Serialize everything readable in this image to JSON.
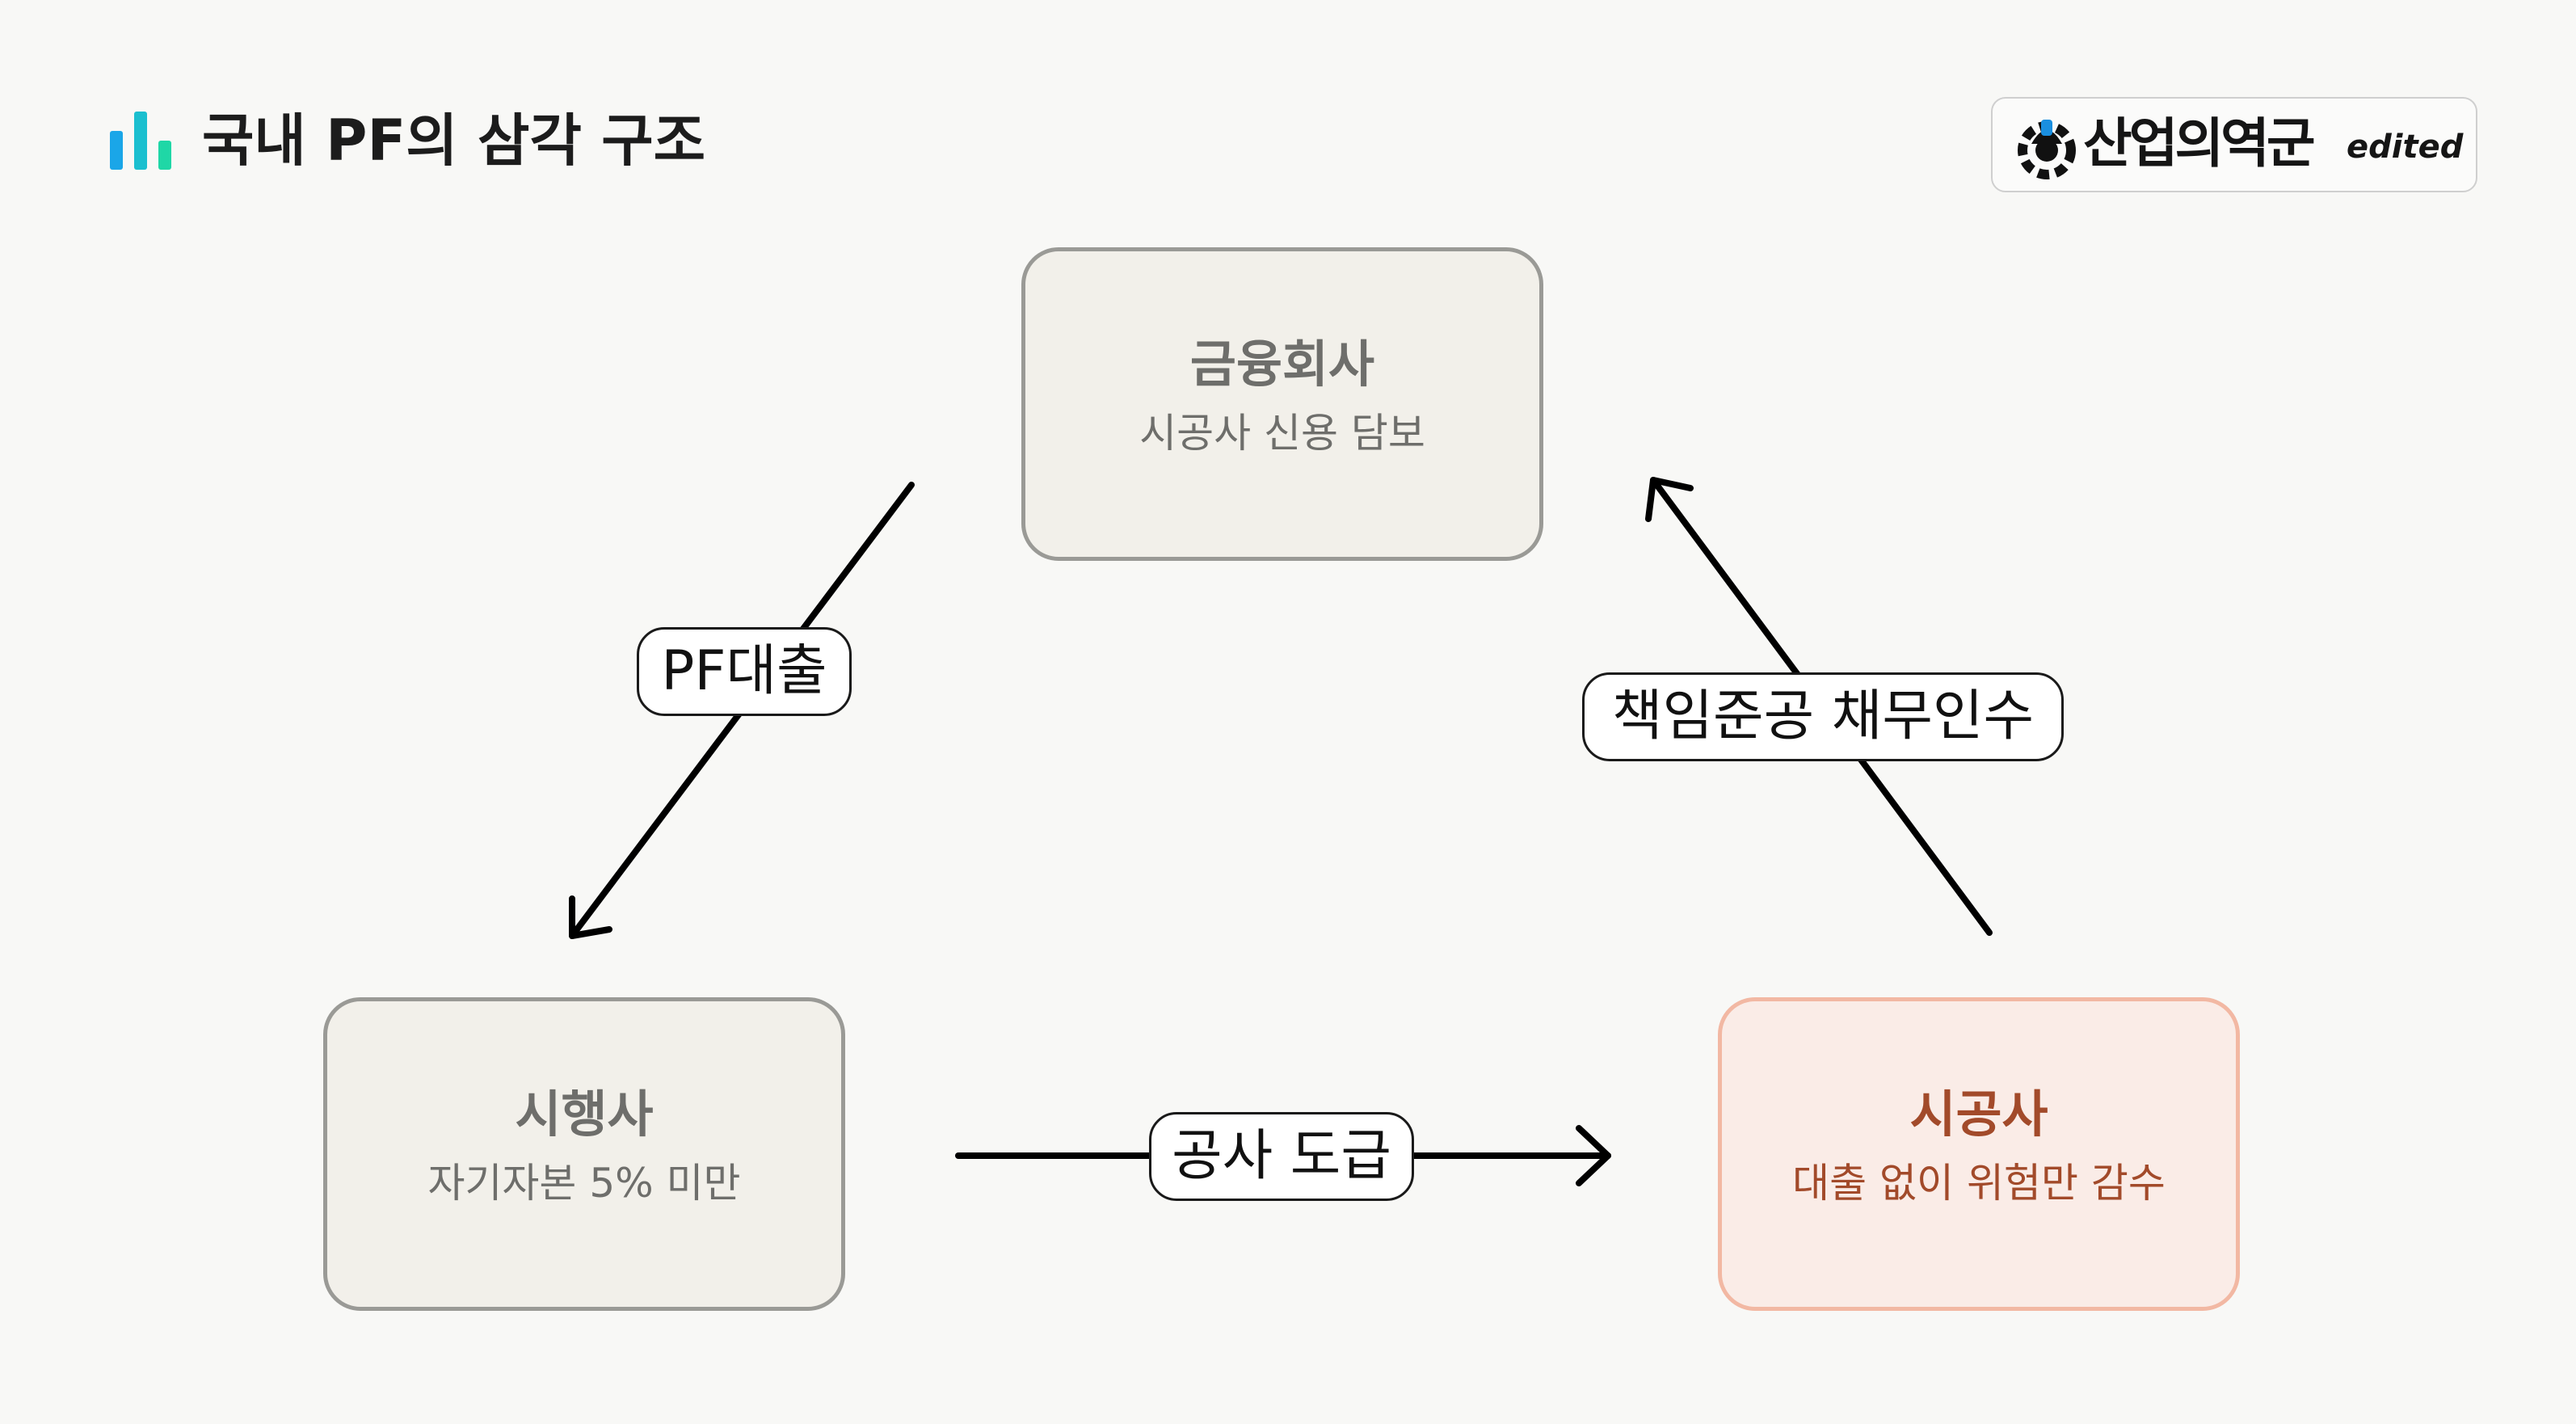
{
  "header": {
    "title": "국내 PF의 삼각 구조",
    "logo_text": "산업의역군",
    "logo_edited": "edited",
    "title_icon": "bar-chart-icon",
    "logo_icon": "gear-helmet-icon",
    "title_icon_colors": [
      "#1aa6e8",
      "#1bbfcf",
      "#1fd7a6"
    ]
  },
  "nodes": {
    "finance": {
      "name": "금융회사",
      "desc": "시공사 신용 담보"
    },
    "developer": {
      "name": "시행사",
      "desc": "자기자본 5% 미만"
    },
    "contractor": {
      "name": "시공사",
      "desc": "대출 없이 위험만 감수"
    }
  },
  "edges": {
    "loan": "PF대출",
    "construction": "공사 도급",
    "guarantee": "책임준공 채무인수"
  },
  "colors": {
    "neutral_fill": "#f2f0ea",
    "neutral_border": "#9a9a96",
    "neutral_text": "#6e6e6b",
    "highlight_fill": "#faece7",
    "highlight_border": "#f2b8a3",
    "highlight_text": "#a24a2a",
    "arrow": "#000000"
  }
}
